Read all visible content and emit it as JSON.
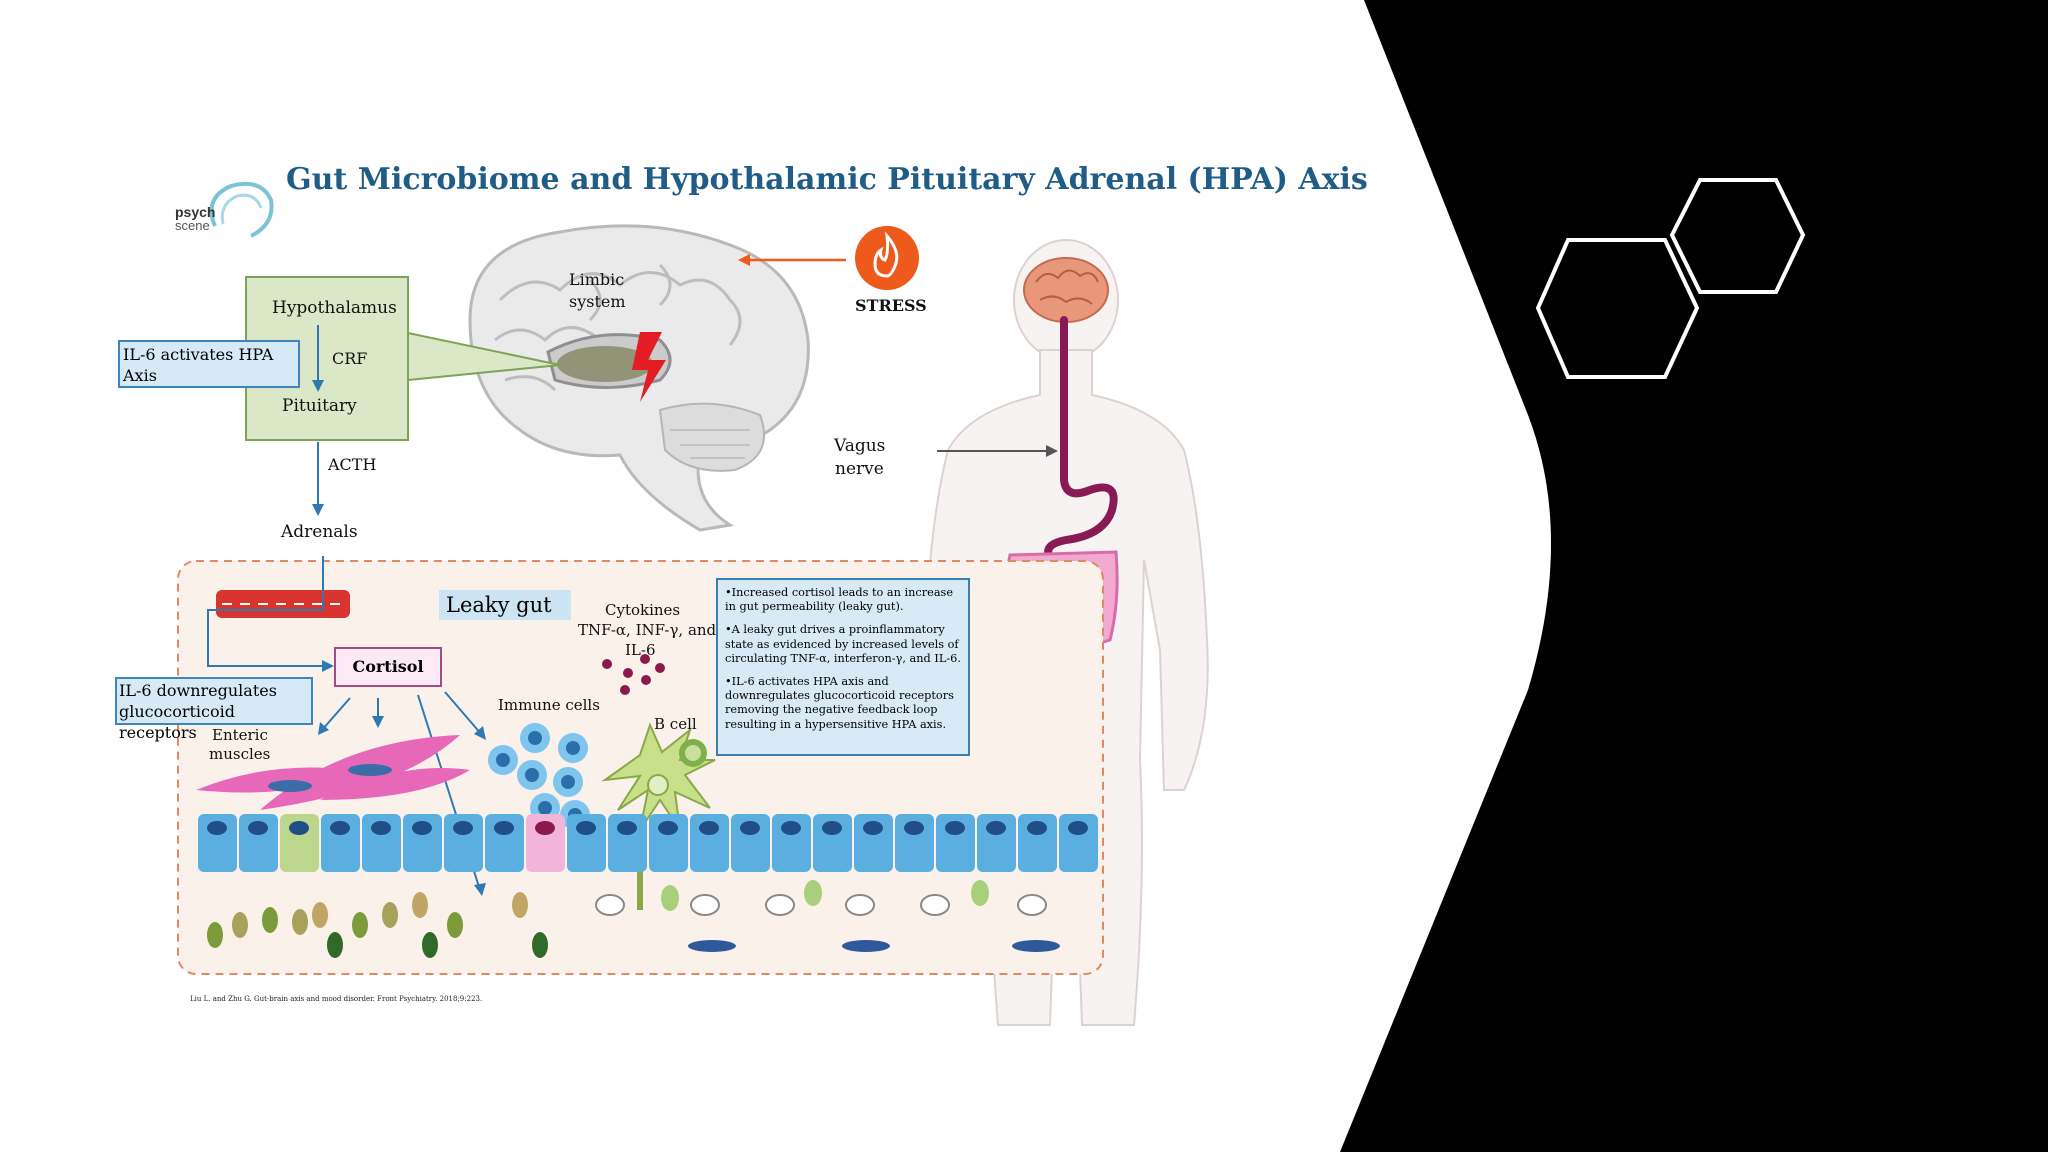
{
  "title": "Gut Microbiome and Hypothalamic Pituitary Adrenal (HPA) Axis",
  "logo": {
    "text_top": "psych",
    "text_bottom": "scene"
  },
  "labels": {
    "hypothalamus": "Hypothalamus",
    "crf": "CRF",
    "pituitary": "Pituitary",
    "acth": "ACTH",
    "adrenals": "Adrenals",
    "limbic_line1": "Limbic",
    "limbic_line2": "system",
    "stress": "STRESS",
    "vagus_line1": "Vagus",
    "vagus_line2": "nerve",
    "leaky_gut": "Leaky gut",
    "cortisol": "Cortisol",
    "cytokines_line1": "Cytokines",
    "cytokines_line2": "TNF-α, INF-γ, and",
    "cytokines_line3": "IL-6",
    "immune_cells": "Immune cells",
    "b_cell": "B cell",
    "enteric_line1": "Enteric",
    "enteric_line2": "muscles"
  },
  "callouts": {
    "il6_activates": "IL-6 activates HPA Axis",
    "il6_downregulates": "IL-6 downregulates glucocorticoid receptors"
  },
  "info_points": [
    "•Increased cortisol leads to an increase in gut permeability (leaky gut).",
    "•A leaky gut drives a proinflammatory state as evidenced by increased levels of circulating TNF-α, interferon-γ, and IL-6.",
    "•IL-6 activates HPA axis and downregulates glucocorticoid receptors removing the negative feedback loop resulting in a hypersensitive HPA axis."
  ],
  "citation": "Liu L. and Zhu G. Gut-brain axis and mood disorder. Front Psychiatry. 2018;9:223.",
  "colors": {
    "title": "#1f5c86",
    "hpa_box": "#dbe8c8",
    "stress": "#ee5a1c",
    "cortisol_border": "#a64a86",
    "panel_black": "#000000",
    "epithelium": "#5aaee0",
    "muscle": "#e768b8"
  }
}
